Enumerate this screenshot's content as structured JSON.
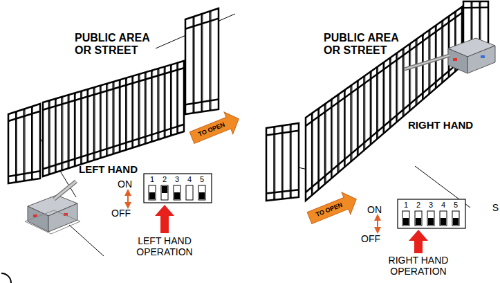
{
  "diagram": {
    "labels": [
      "PUBLIC AREA OR STREET",
      "PUBLIC AREA OR STREET",
      "TO OPEN",
      "RIGHT HAND",
      "TO OPEN",
      "LEFT HAND",
      "ON",
      "1",
      "2",
      "3",
      "4",
      "5",
      "OFF",
      "LEFT HAND OPERATION",
      "ON",
      "1",
      "2",
      "3",
      "4",
      "5",
      "OFF",
      "RIGHT HAND OPERATION",
      "S"
    ]
  }
}
